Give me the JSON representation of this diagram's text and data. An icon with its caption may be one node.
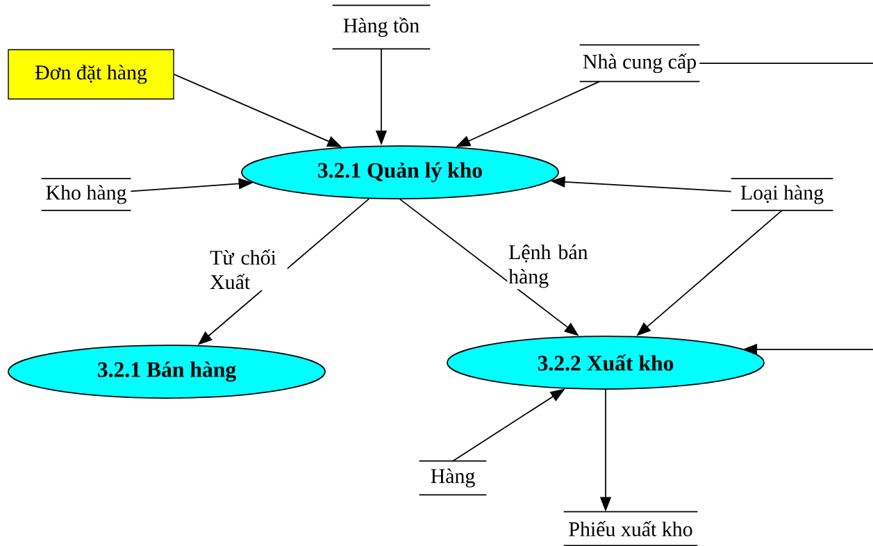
{
  "diagram": {
    "nodes": [
      {
        "text": [
          "Hàng tồn"
        ]
      },
      {
        "text": [
          "Đơn  đặt hàng"
        ]
      },
      {
        "text": [
          "Nhà cung cấp"
        ]
      },
      {
        "text": [
          "Kho hàng"
        ]
      },
      {
        "text": [
          "3.2.1 Quản lý kho"
        ]
      },
      {
        "text": [
          "Loại hàng"
        ]
      },
      {
        "text": [
          "3.2.1 Bán hàng"
        ]
      },
      {
        "text": [
          "3.2.2 Xuất kho"
        ]
      },
      {
        "text": [
          "Hàng"
        ]
      },
      {
        "text": [
          "Phiếu xuất kho"
        ]
      }
    ],
    "edges": [
      {
        "from": 0,
        "to": 4,
        "arrow": "to"
      },
      {
        "from": 1,
        "to": 4,
        "arrow": "to"
      },
      {
        "from": 2,
        "to": 4,
        "arrow": "to"
      },
      {
        "from": 3,
        "to": 4,
        "arrow": "to"
      },
      {
        "from": 5,
        "to": 4,
        "arrow": "to"
      },
      {
        "from": 4,
        "to": 6,
        "arrow": "to",
        "label": "Từ chối Xuất"
      },
      {
        "from": 4,
        "to": 7,
        "arrow": "to",
        "label": "Lệnh bán hàng"
      },
      {
        "from": 5,
        "to": 7,
        "arrow": "to"
      },
      {
        "from": 8,
        "to": 7,
        "arrow": "to"
      },
      {
        "from": 7,
        "to": 9,
        "arrow": "to"
      },
      {
        "from": 2,
        "to": null,
        "arrow": "none"
      },
      {
        "from": null,
        "to": 7,
        "arrow": "to"
      }
    ]
  }
}
